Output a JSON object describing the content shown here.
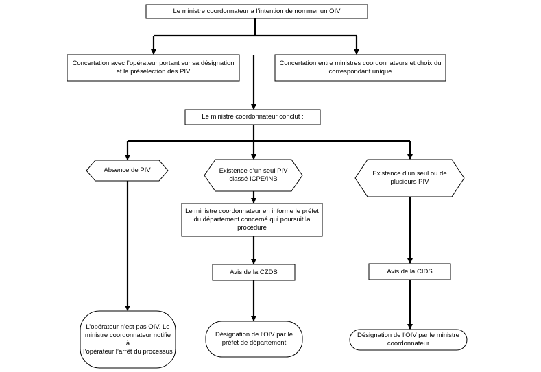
{
  "diagram": {
    "nodes": {
      "top": {
        "text": "Le ministre coordonnateur a l’intention de nommer un OIV"
      },
      "concert_operator": {
        "line1": "Concertation avec l’opérateur  portant sur sa désignation",
        "line2": "et  la présélection des PIV"
      },
      "concert_ministers": {
        "line1": "Concertation entre ministres coordonnateurs et choix du",
        "line2": "correspondant unique"
      },
      "conclude": {
        "text": "Le ministre coordonnateur conclut :"
      },
      "absence": {
        "text": "Absence de PIV"
      },
      "single_piv": {
        "line1": "Existence d’un seul PIV",
        "line2": "classé ICPE/INB"
      },
      "multi_piv": {
        "line1": "Existence d’un seul ou de",
        "line2": "plusieurs PIV"
      },
      "inform_prefect": {
        "line1": "Le ministre coordonnateur en informe le préfet",
        "line2": "du département concerné qui poursuit la",
        "line3": "procédure"
      },
      "czds": {
        "text": "Avis de la CZDS"
      },
      "cids": {
        "text": "Avis de la CIDS"
      },
      "not_oiv": {
        "line1": "L’opérateur n’est pas OIV. Le",
        "line2": "ministre coordonnateur notifie à",
        "line3": "l’opérateur l’arrêt du processus"
      },
      "designation_prefect": {
        "line1": "Désignation de l’OIV par le",
        "line2": "préfet de département"
      },
      "designation_minister": {
        "line1": "Désignation de l’OIV par le ministre",
        "line2": "coordonnateur"
      }
    }
  }
}
